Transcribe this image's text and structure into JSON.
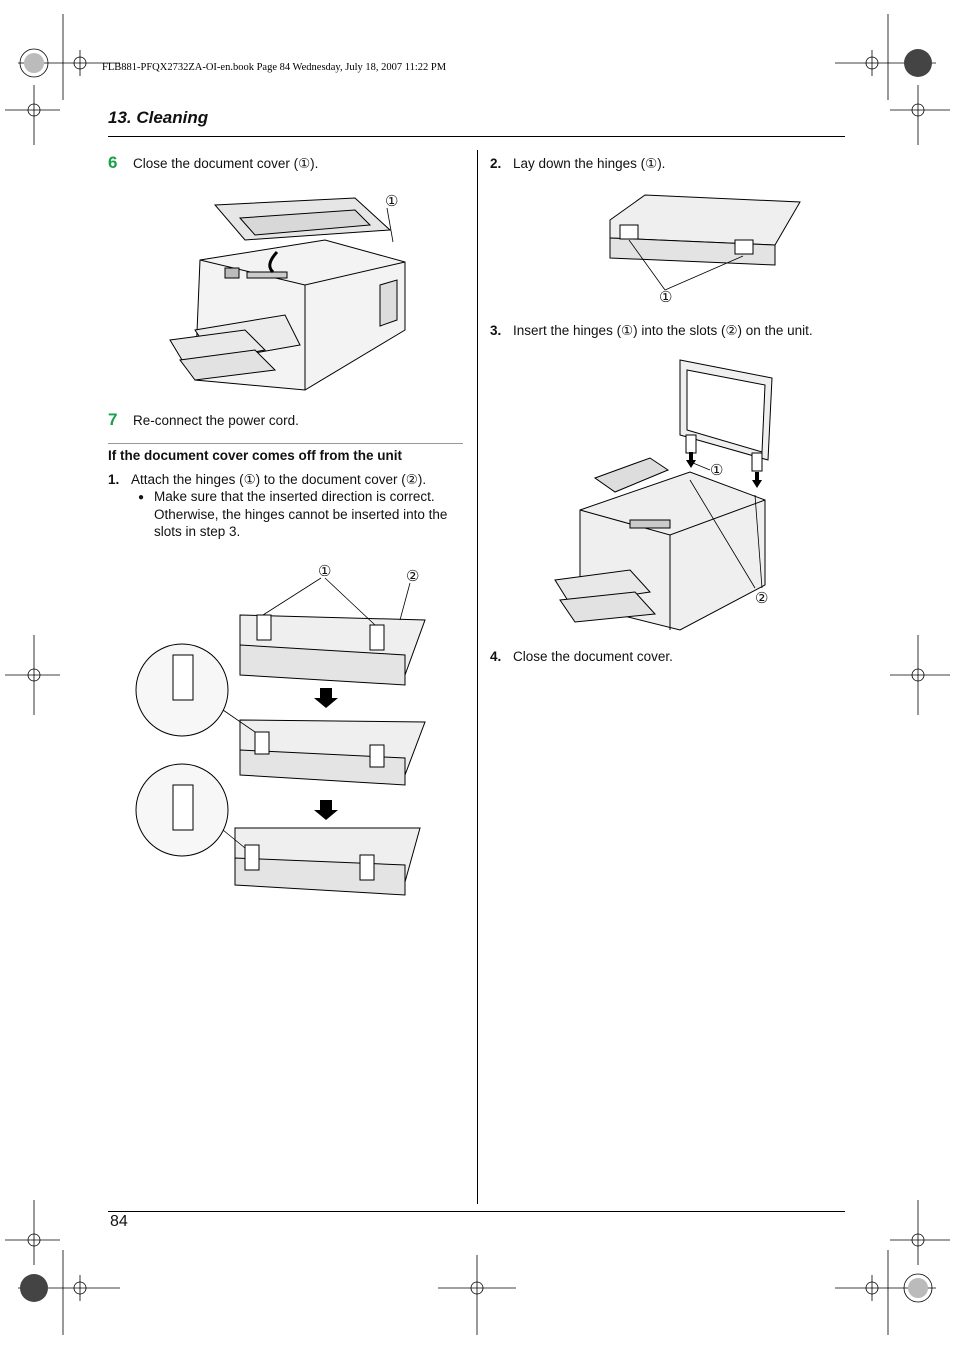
{
  "file_header": "FLB881-PFQX2732ZA-OI-en.book  Page 84  Wednesday, July 18, 2007  11:22 PM",
  "section_title": "13. Cleaning",
  "left_column": {
    "step6": {
      "number": "6",
      "text": "Close the document cover (①)."
    },
    "fig_step6_callout": "①",
    "step7": {
      "number": "7",
      "text": "Re-connect the power cord."
    },
    "subheading": "If the document cover comes off from the unit",
    "sub1": {
      "number": "1.",
      "text": "Attach the hinges (①) to the document cover (②)."
    },
    "bullet": "●",
    "bullet_lines": [
      "Make sure that the inserted direction is correct.",
      "Otherwise, the hinges cannot be inserted into the",
      "slots in step 3."
    ],
    "fig_sub1_callouts": [
      "①",
      "②"
    ]
  },
  "right_column": {
    "sub2": {
      "number": "2.",
      "text": "Lay down the hinges (①)."
    },
    "fig_sub2_callout": "①",
    "sub3": {
      "number": "3.",
      "text": "Insert the hinges (①) into the slots (②) on the unit."
    },
    "fig_sub3_callouts": [
      "①",
      "②"
    ],
    "sub4": {
      "number": "4.",
      "text": "Close the document cover."
    }
  },
  "page_number": "84"
}
